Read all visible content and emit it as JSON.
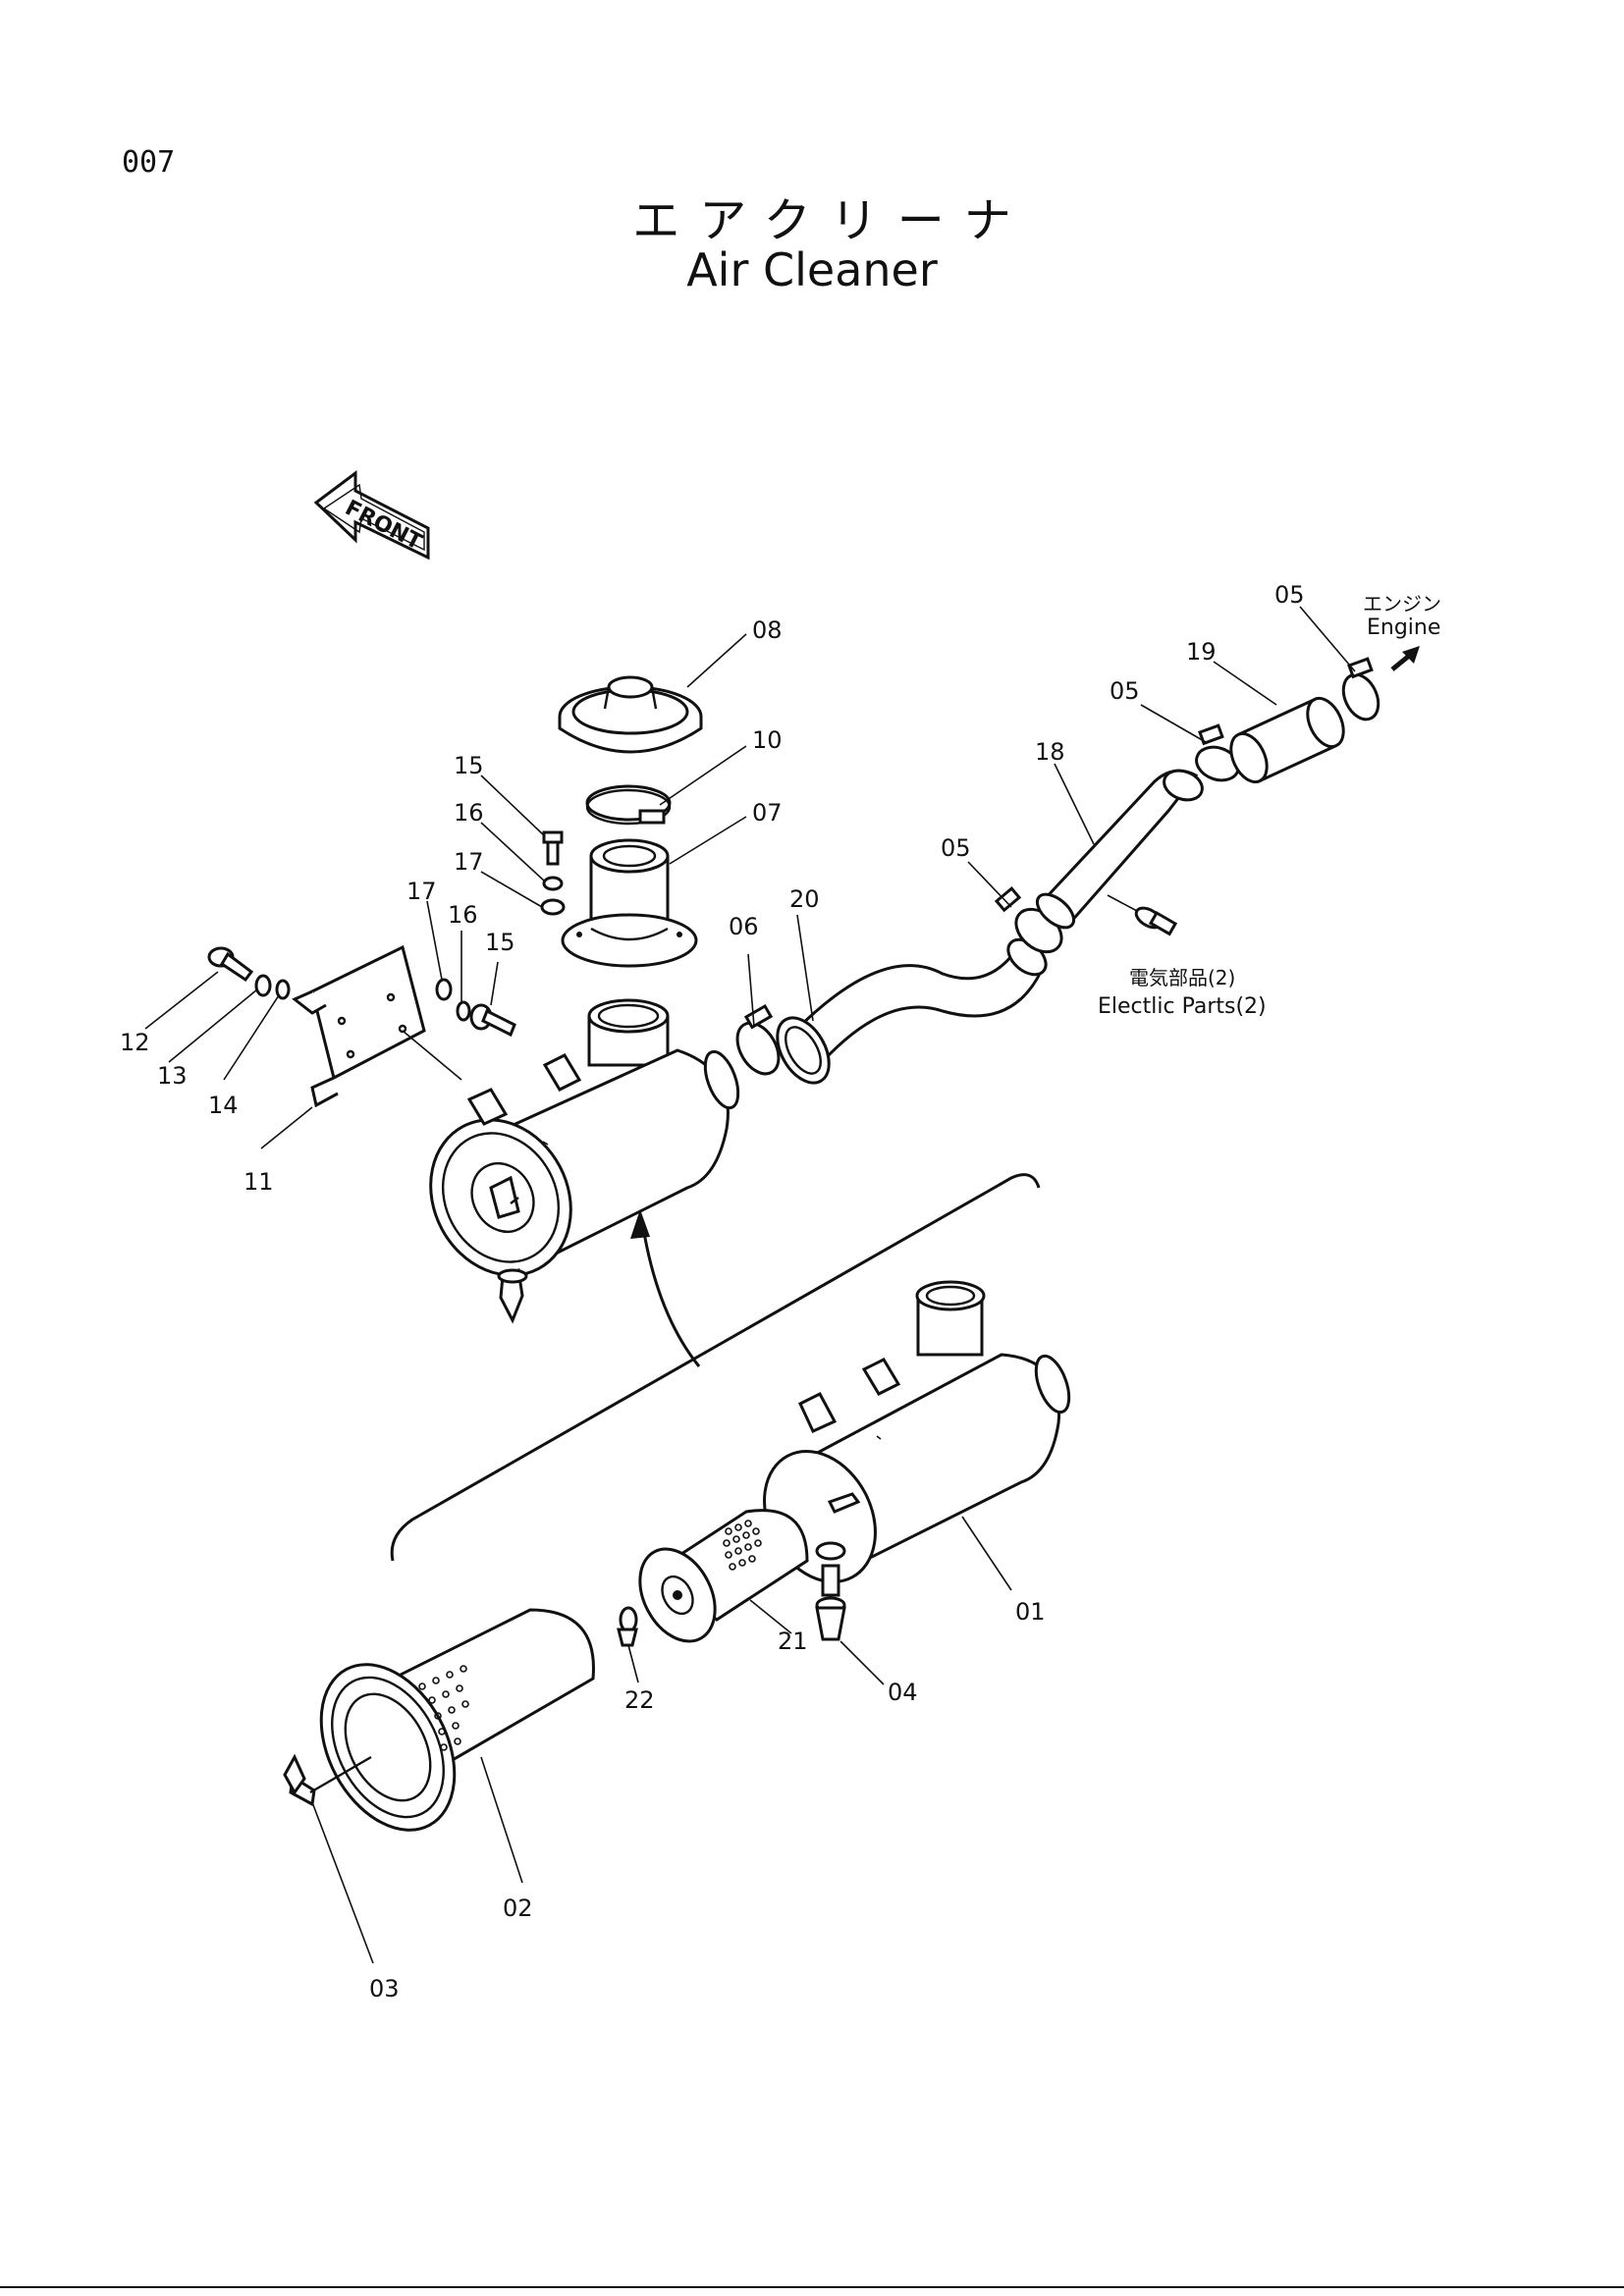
{
  "header": {
    "page_number": "007",
    "title_ja": "エアクリーナ",
    "title_en": "Air Cleaner"
  },
  "badges": {
    "front": "FRONT",
    "engine_ja": "エンジン",
    "engine_en": "Engine",
    "electric_ja": "電気部品(2)",
    "electric_en": "Electlic Parts(2)"
  },
  "callouts": [
    {
      "id": "c01",
      "text": "01"
    },
    {
      "id": "c02",
      "text": "02"
    },
    {
      "id": "c03",
      "text": "03"
    },
    {
      "id": "c04",
      "text": "04"
    },
    {
      "id": "c05a",
      "text": "05"
    },
    {
      "id": "c05b",
      "text": "05"
    },
    {
      "id": "c05c",
      "text": "05"
    },
    {
      "id": "c06",
      "text": "06"
    },
    {
      "id": "c07",
      "text": "07"
    },
    {
      "id": "c08",
      "text": "08"
    },
    {
      "id": "c10",
      "text": "10"
    },
    {
      "id": "c11",
      "text": "11"
    },
    {
      "id": "c12",
      "text": "12"
    },
    {
      "id": "c13",
      "text": "13"
    },
    {
      "id": "c14",
      "text": "14"
    },
    {
      "id": "c15a",
      "text": "15"
    },
    {
      "id": "c15b",
      "text": "15"
    },
    {
      "id": "c16a",
      "text": "16"
    },
    {
      "id": "c16b",
      "text": "16"
    },
    {
      "id": "c17a",
      "text": "17"
    },
    {
      "id": "c17b",
      "text": "17"
    },
    {
      "id": "c18",
      "text": "18"
    },
    {
      "id": "c19",
      "text": "19"
    },
    {
      "id": "c20",
      "text": "20"
    },
    {
      "id": "c21",
      "text": "21"
    },
    {
      "id": "c22",
      "text": "22"
    }
  ]
}
